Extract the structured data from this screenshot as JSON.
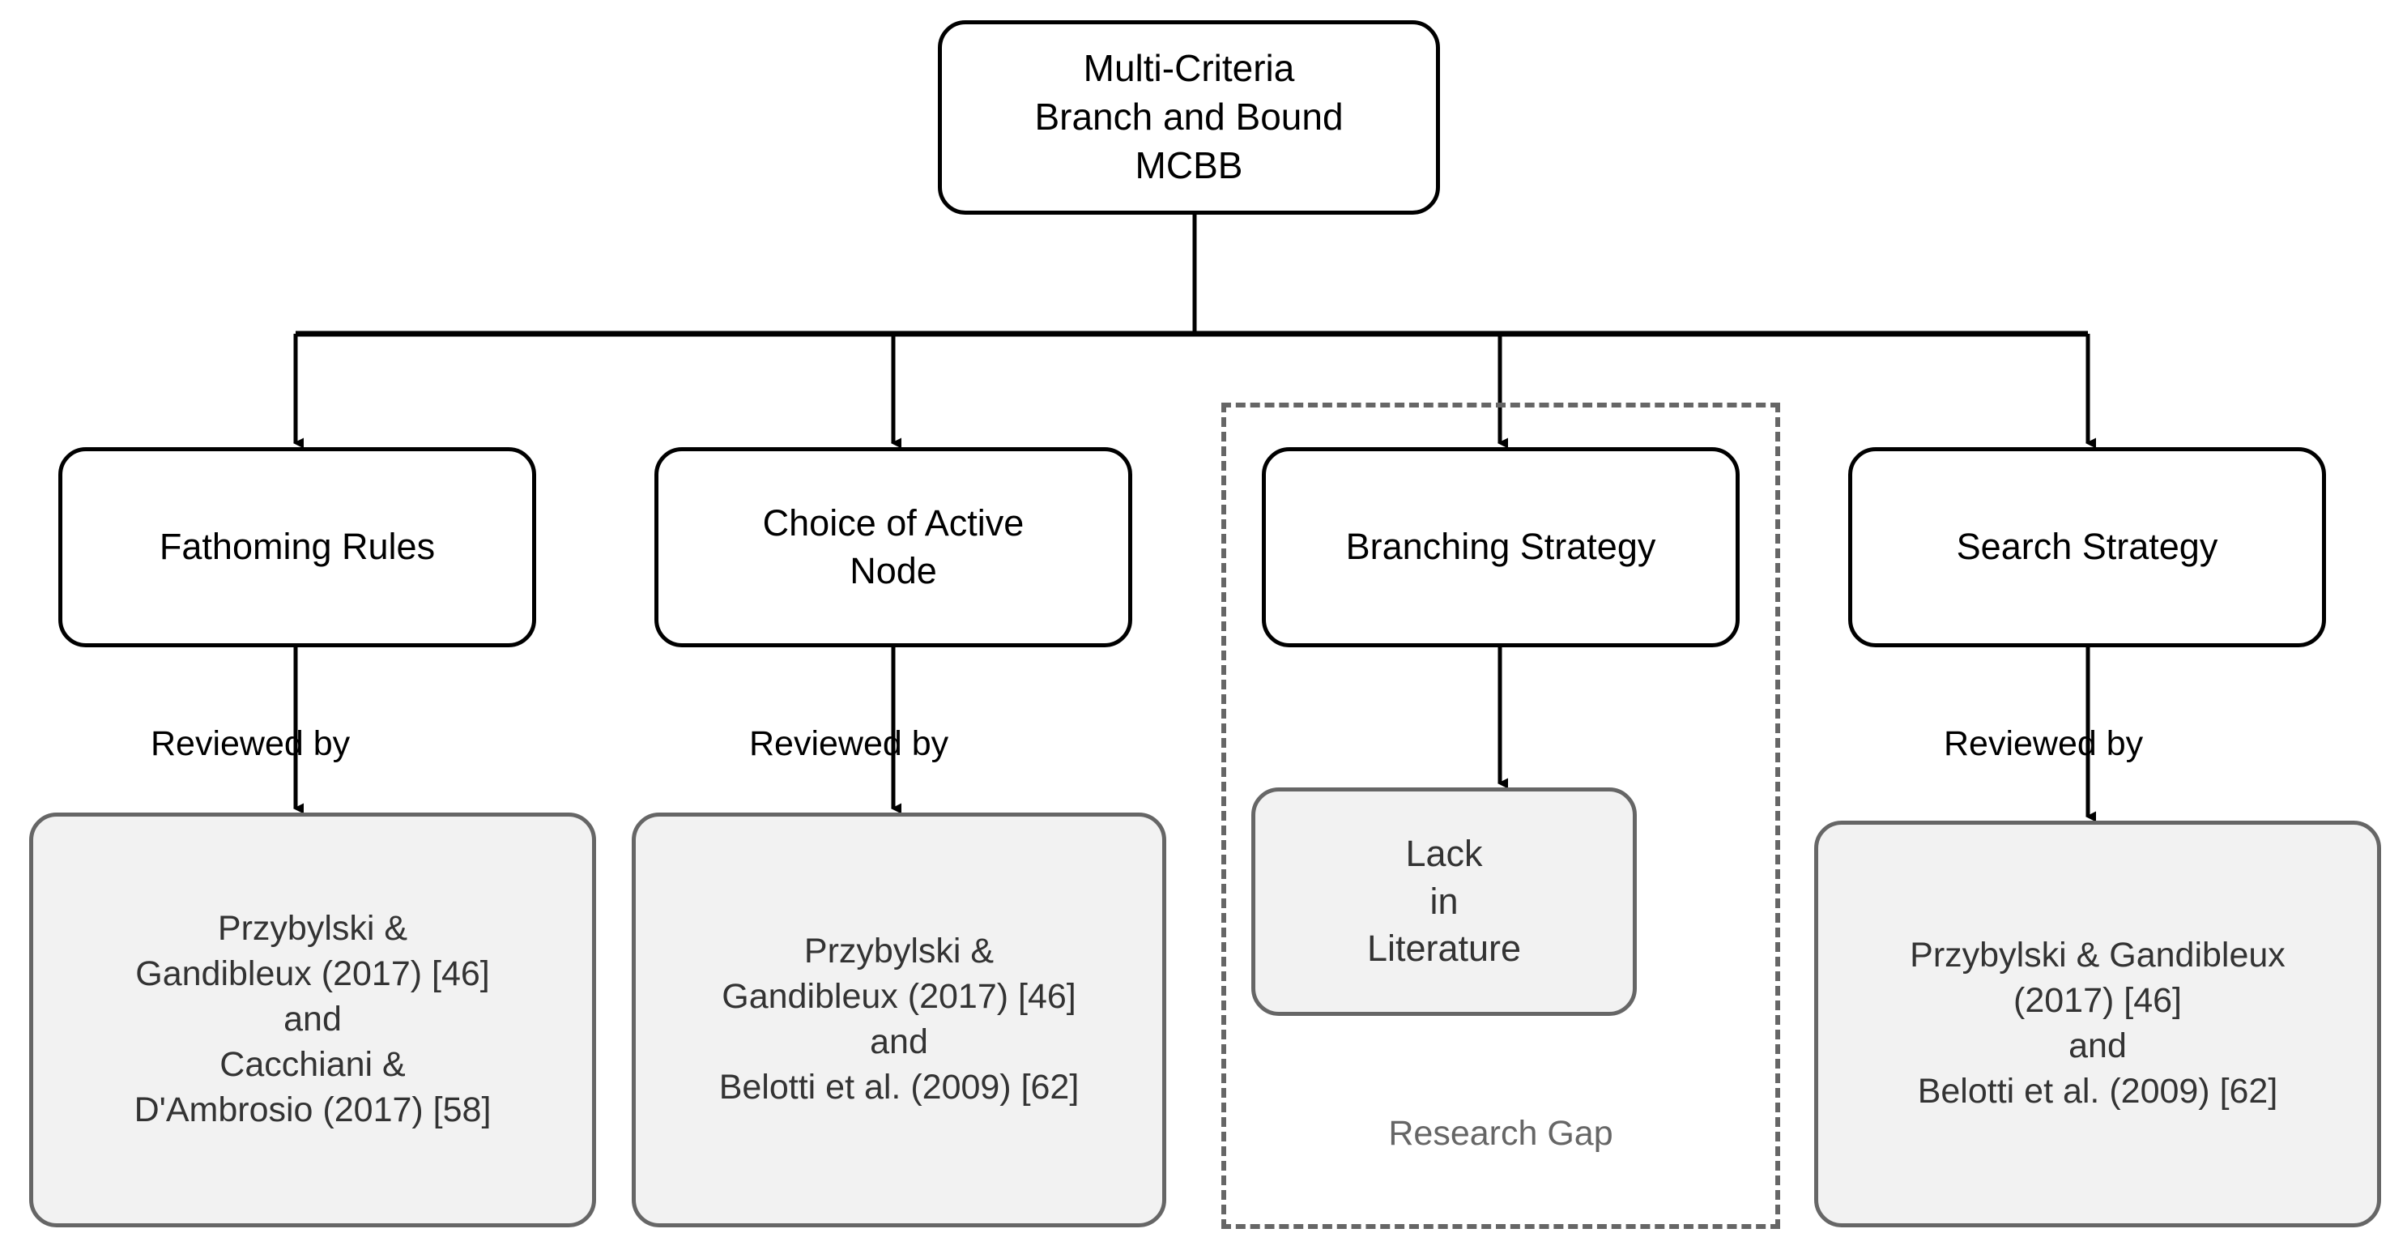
{
  "diagram": {
    "type": "tree-flowchart",
    "root": {
      "label": "Multi-Criteria\nBranch and Bound\nMCBB"
    },
    "branches": [
      {
        "id": "fathoming-rules",
        "title": "Fathoming Rules",
        "edge_label": "Reviewed by",
        "citation": "Przybylski &\nGandibleux (2017) [46]\nand\nCacchiani &\nD'Ambrosio (2017) [58]",
        "in_research_gap": false
      },
      {
        "id": "choice-of-active-node",
        "title": "Choice of Active\nNode",
        "edge_label": "Reviewed by",
        "citation": "Przybylski &\nGandibleux (2017) [46]\nand\nBelotti et al. (2009) [62]",
        "in_research_gap": false
      },
      {
        "id": "branching-strategy",
        "title": "Branching Strategy",
        "edge_label": "",
        "citation": "Lack\nin\nLiterature",
        "in_research_gap": true
      },
      {
        "id": "search-strategy",
        "title": "Search Strategy",
        "edge_label": "Reviewed by",
        "citation": "Przybylski & Gandibleux\n(2017) [46]\nand\nBelotti et al. (2009) [62]",
        "in_research_gap": false
      }
    ],
    "research_gap": {
      "caption": "Research Gap"
    },
    "colors": {
      "background": "#ffffff",
      "node_stroke": "#000000",
      "node_fill": "#ffffff",
      "citation_fill": "#f2f2f2",
      "citation_stroke": "#666666",
      "citation_text": "#333333",
      "gap_stroke": "#666666",
      "gap_text": "#666666",
      "connector": "#000000"
    }
  }
}
